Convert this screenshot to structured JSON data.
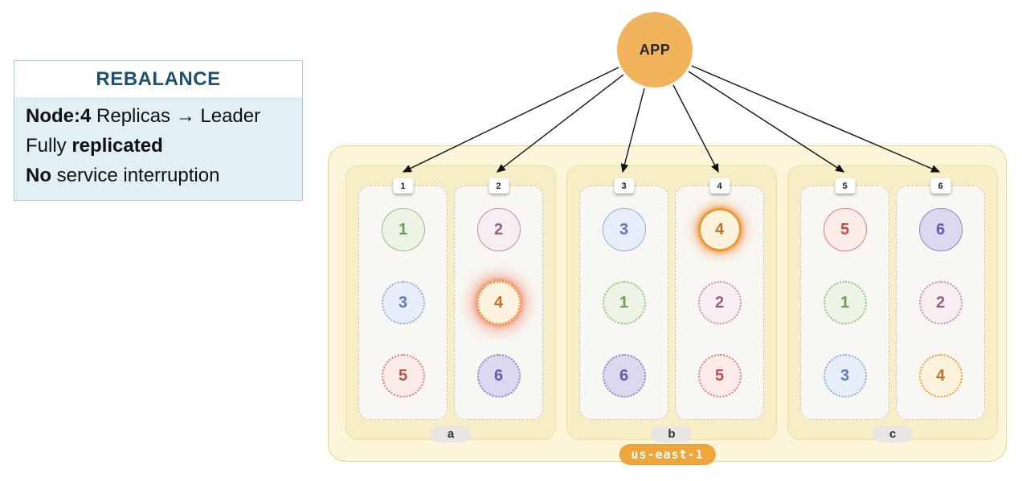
{
  "info_panel": {
    "title": "REBALANCE",
    "lines": [
      {
        "segments": [
          {
            "text": "Node:4",
            "bold": true
          },
          {
            "text": " Replicas → Leader",
            "bold": false
          }
        ]
      },
      {
        "segments": [
          {
            "text": "Fully ",
            "bold": false
          },
          {
            "text": "replicated",
            "bold": true
          }
        ]
      },
      {
        "segments": [
          {
            "text": "No",
            "bold": true
          },
          {
            "text": " service interruption",
            "bold": false
          }
        ]
      }
    ]
  },
  "app": {
    "label": "APP",
    "color": "#f1b35c"
  },
  "region": {
    "label": "us-east-1",
    "label_color": "#eda53c",
    "zones": [
      {
        "label": "a",
        "nodes": [
          {
            "id": "1",
            "replicas": [
              {
                "num": "1",
                "color": "green",
                "role": "leader",
                "glow": false
              },
              {
                "num": "3",
                "color": "blue",
                "role": "replica",
                "glow": false
              },
              {
                "num": "5",
                "color": "red",
                "role": "replica",
                "glow": false
              }
            ]
          },
          {
            "id": "2",
            "replicas": [
              {
                "num": "2",
                "color": "mauve",
                "role": "leader",
                "glow": false
              },
              {
                "num": "4",
                "color": "orange",
                "role": "replica",
                "glow": true
              },
              {
                "num": "6",
                "color": "purple",
                "role": "replica",
                "glow": false
              }
            ]
          }
        ]
      },
      {
        "label": "b",
        "nodes": [
          {
            "id": "3",
            "replicas": [
              {
                "num": "3",
                "color": "blue",
                "role": "leader",
                "glow": false
              },
              {
                "num": "1",
                "color": "green",
                "role": "replica",
                "glow": false
              },
              {
                "num": "6",
                "color": "purple",
                "role": "replica",
                "glow": false
              }
            ]
          },
          {
            "id": "4",
            "replicas": [
              {
                "num": "4",
                "color": "orange",
                "role": "leader",
                "glow": true
              },
              {
                "num": "2",
                "color": "mauve",
                "role": "replica",
                "glow": false
              },
              {
                "num": "5",
                "color": "red",
                "role": "replica",
                "glow": false
              }
            ]
          }
        ]
      },
      {
        "label": "c",
        "nodes": [
          {
            "id": "5",
            "replicas": [
              {
                "num": "5",
                "color": "red",
                "role": "leader",
                "glow": false
              },
              {
                "num": "1",
                "color": "green",
                "role": "replica",
                "glow": false
              },
              {
                "num": "3",
                "color": "blue",
                "role": "replica",
                "glow": false
              }
            ]
          },
          {
            "id": "6",
            "replicas": [
              {
                "num": "6",
                "color": "purple",
                "role": "leader",
                "glow": false
              },
              {
                "num": "2",
                "color": "mauve",
                "role": "replica",
                "glow": false
              },
              {
                "num": "4",
                "color": "orange",
                "role": "replica",
                "glow": false
              }
            ]
          }
        ]
      }
    ]
  },
  "palette": {
    "green": {
      "border": "#93c07e",
      "fill": "#ecf5e5",
      "text": "#6f9d58"
    },
    "mauve": {
      "border": "#bd8fa8",
      "fill": "#f7eef3",
      "text": "#96607e"
    },
    "blue": {
      "border": "#8fabdc",
      "fill": "#e8eef9",
      "text": "#5c7cb8"
    },
    "orange": {
      "border": "#e59a36",
      "fill": "#fdf2de",
      "text": "#bd7224"
    },
    "red": {
      "border": "#e07b72",
      "fill": "#fbebe9",
      "text": "#c0504a"
    },
    "purple": {
      "border": "#9184cb",
      "fill": "#ded7f0",
      "text": "#6a5aac"
    }
  }
}
